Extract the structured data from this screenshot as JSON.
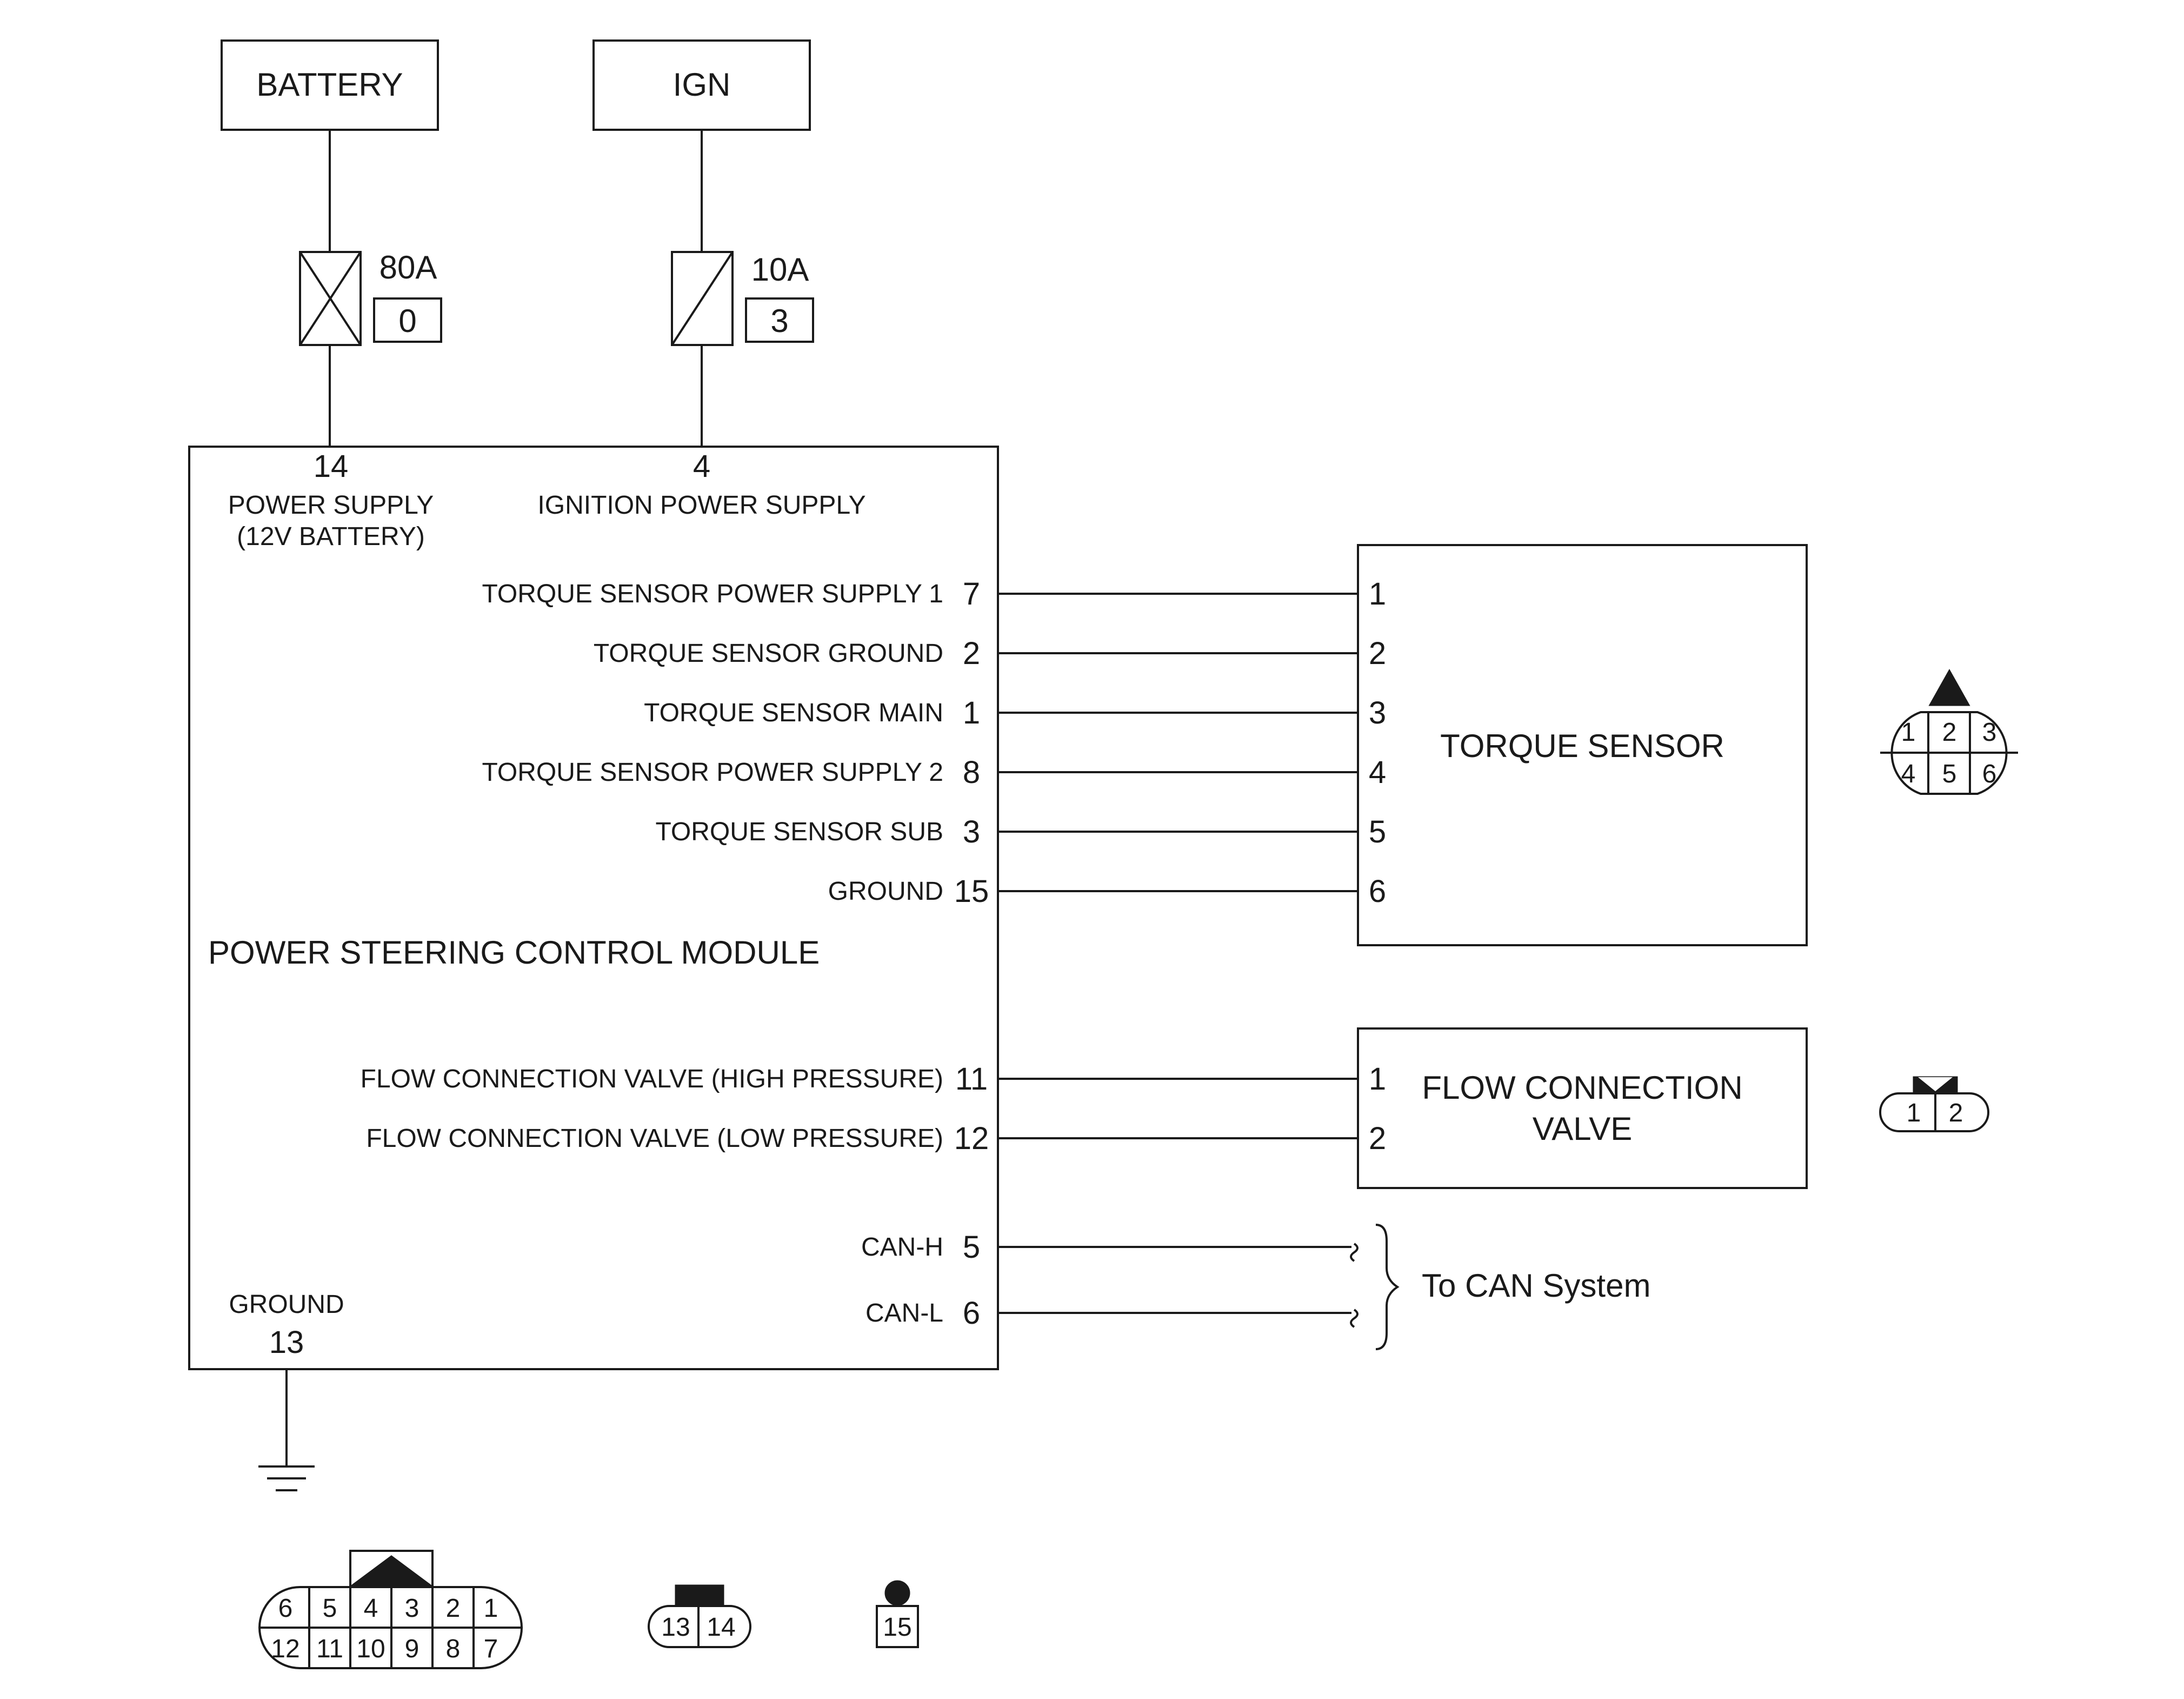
{
  "power": {
    "battery_label": "BATTERY",
    "ign_label": "IGN",
    "fuse1_rating": "80A",
    "fuse1_number": "0",
    "fuse2_rating": "10A",
    "fuse2_number": "3"
  },
  "module": {
    "title": "POWER STEERING CONTROL MODULE",
    "top_pins": [
      {
        "pin": "14",
        "label_line1": "POWER SUPPLY",
        "label_line2": "(12V BATTERY)"
      },
      {
        "pin": "4",
        "label_line1": "IGNITION POWER SUPPLY"
      }
    ],
    "ground_pin": {
      "pin": "13",
      "label": "GROUND"
    },
    "pins": [
      {
        "label": "TORQUE SENSOR POWER SUPPLY 1",
        "pin": "7"
      },
      {
        "label": "TORQUE SENSOR GROUND",
        "pin": "2"
      },
      {
        "label": "TORQUE SENSOR MAIN",
        "pin": "1"
      },
      {
        "label": "TORQUE SENSOR POWER SUPPLY 2",
        "pin": "8"
      },
      {
        "label": "TORQUE SENSOR SUB",
        "pin": "3"
      },
      {
        "label": "GROUND",
        "pin": "15"
      },
      {
        "label": "FLOW CONNECTION VALVE (HIGH PRESSURE)",
        "pin": "11"
      },
      {
        "label": "FLOW CONNECTION VALVE (LOW PRESSURE)",
        "pin": "12"
      },
      {
        "label": "CAN-H",
        "pin": "5"
      },
      {
        "label": "CAN-L",
        "pin": "6"
      }
    ]
  },
  "torque_sensor": {
    "title": "TORQUE SENSOR",
    "pins": [
      "1",
      "2",
      "3",
      "4",
      "5",
      "6"
    ]
  },
  "flow_valve": {
    "title_line1": "FLOW CONNECTION",
    "title_line2": "VALVE",
    "pins": [
      "1",
      "2"
    ]
  },
  "can": {
    "label": "To CAN System"
  },
  "connectors": {
    "torque_sensor": {
      "top": [
        "1",
        "2",
        "3"
      ],
      "bottom": [
        "4",
        "5",
        "6"
      ]
    },
    "flow_valve": [
      "1",
      "2"
    ],
    "module_main": {
      "top": [
        "6",
        "5",
        "4",
        "3",
        "2",
        "1"
      ],
      "bottom": [
        "12",
        "11",
        "10",
        "9",
        "8",
        "7"
      ]
    },
    "module_power": [
      "13",
      "14"
    ],
    "module_ground": [
      "15"
    ]
  }
}
